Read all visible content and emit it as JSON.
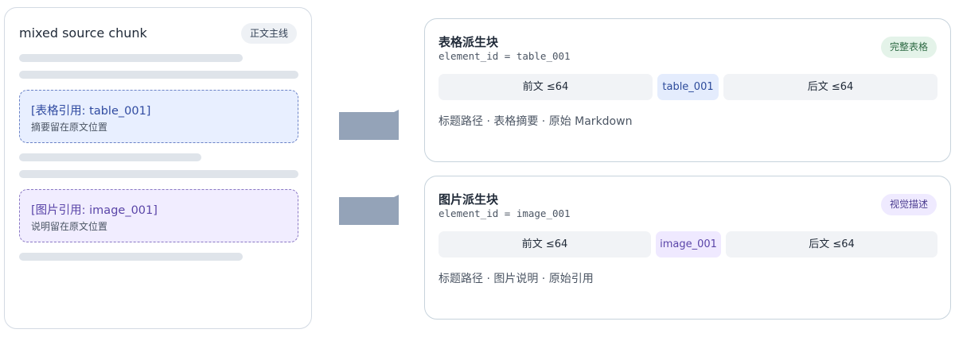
{
  "source": {
    "title": "mixed source chunk",
    "badge": "正文主线",
    "table_ref": {
      "label": "[表格引用: table_001]",
      "note": "摘要留在原文位置"
    },
    "image_ref": {
      "label": "[图片引用: image_001]",
      "note": "说明留在原文位置"
    }
  },
  "derived": {
    "table": {
      "title": "表格派生块",
      "id_line": "element_id = table_001",
      "badge": "完整表格",
      "before": "前文 ≤64",
      "element": "table_001",
      "after": "后文 ≤64",
      "meta": "标题路径 · 表格摘要 · 原始 Markdown"
    },
    "image": {
      "title": "图片派生块",
      "id_line": "element_id = image_001",
      "badge": "视觉描述",
      "before": "前文 ≤64",
      "element": "image_001",
      "after": "后文 ≤64",
      "meta": "标题路径 · 图片说明 · 原始引用"
    }
  },
  "colors": {
    "arrow": "#94a3b8",
    "table_accent": "#2f4aa0",
    "image_accent": "#5a45a8",
    "placeholder_line": "#dfe4ea"
  }
}
